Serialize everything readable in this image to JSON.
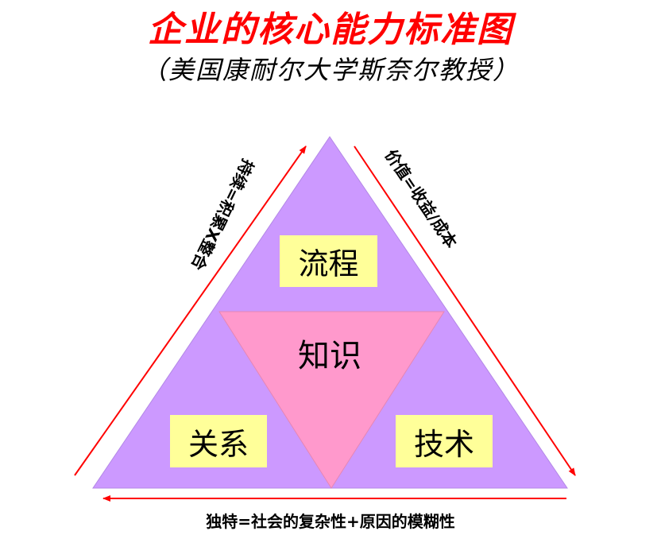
{
  "title": "企业的核心能力标准图",
  "subtitle": "（美国康耐尔大学斯奈尔教授）",
  "top_box": "流程",
  "center": "知识",
  "left_box": "关系",
  "right_box": "技术",
  "left_side_formula": "持续=积累X整合",
  "right_side_formula": "价值=收益/成本",
  "bottom_formula": "独特=社会的复杂性+原因的模糊性",
  "colors": {
    "title": "#ff0000",
    "triangle": "#cc99ff",
    "inner_triangle": "#ff99cc",
    "box": "#ffff99",
    "arrow": "#ff0000"
  }
}
